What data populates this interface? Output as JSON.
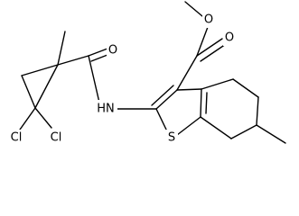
{
  "molecule": {
    "atoms": [
      {
        "id": "O_ether",
        "label": "O"
      },
      {
        "id": "O_carbonyl_ester",
        "label": "O"
      },
      {
        "id": "O_carbonyl_amide",
        "label": "O"
      },
      {
        "id": "NH",
        "label": "HN"
      },
      {
        "id": "S",
        "label": "S"
      },
      {
        "id": "Cl_1",
        "label": "Cl"
      },
      {
        "id": "Cl_2",
        "label": "Cl"
      }
    ]
  }
}
